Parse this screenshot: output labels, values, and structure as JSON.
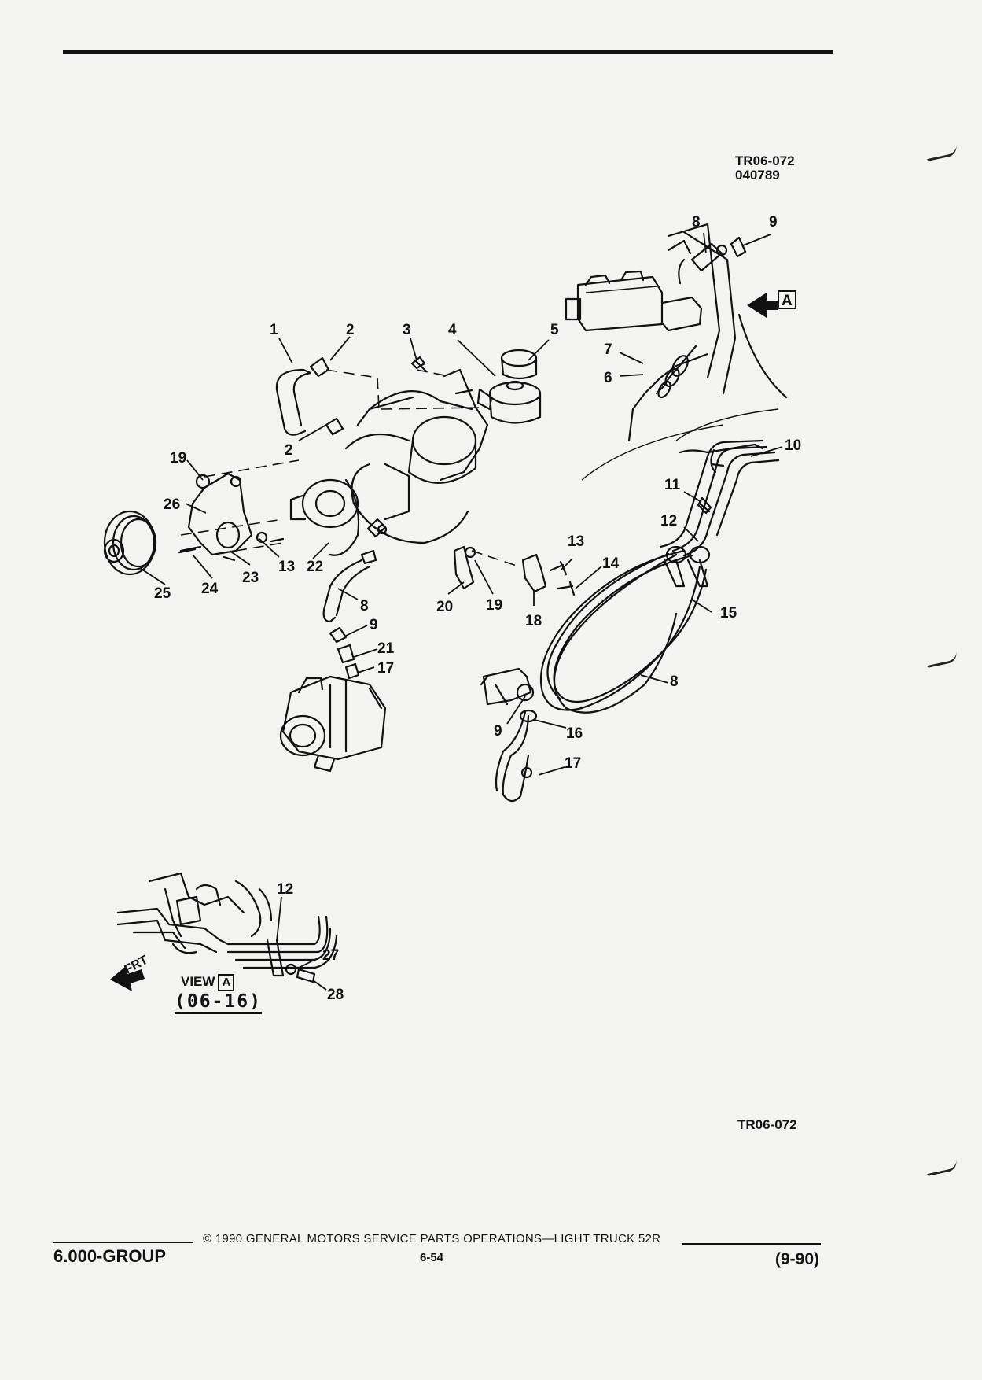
{
  "header": {
    "figure_id": "TR06-072",
    "figure_date": "040789"
  },
  "callouts": {
    "c1": "1",
    "c2a": "2",
    "c2b": "2",
    "c3": "3",
    "c4": "4",
    "c5": "5",
    "c6": "6",
    "c7": "7",
    "c8top": "8",
    "c9top": "9",
    "c10": "10",
    "c11": "11",
    "c12": "12",
    "c13a": "13",
    "c13b": "13",
    "c14": "14",
    "c15": "15",
    "c8b": "8",
    "c9b": "9",
    "c16": "16",
    "c17b": "17",
    "c19a": "19",
    "c26": "26",
    "c25": "25",
    "c24": "24",
    "c23": "23",
    "c22": "22",
    "c8c": "8",
    "c9c": "9",
    "c21": "21",
    "c17c": "17",
    "c20": "20",
    "c19b": "19",
    "c18": "18",
    "v12": "12",
    "v27": "27",
    "v28": "28",
    "a_box": "A"
  },
  "view": {
    "label": "VIEW",
    "box": "A",
    "reference": "(06-16)",
    "direction": "FRT"
  },
  "footer": {
    "group": "6.000-GROUP",
    "copyright": "© 1990 GENERAL MOTORS SERVICE PARTS OPERATIONS—LIGHT TRUCK 52R",
    "page": "6-54",
    "revision": "(9-90)",
    "bottom_figure_id": "TR06-072"
  }
}
